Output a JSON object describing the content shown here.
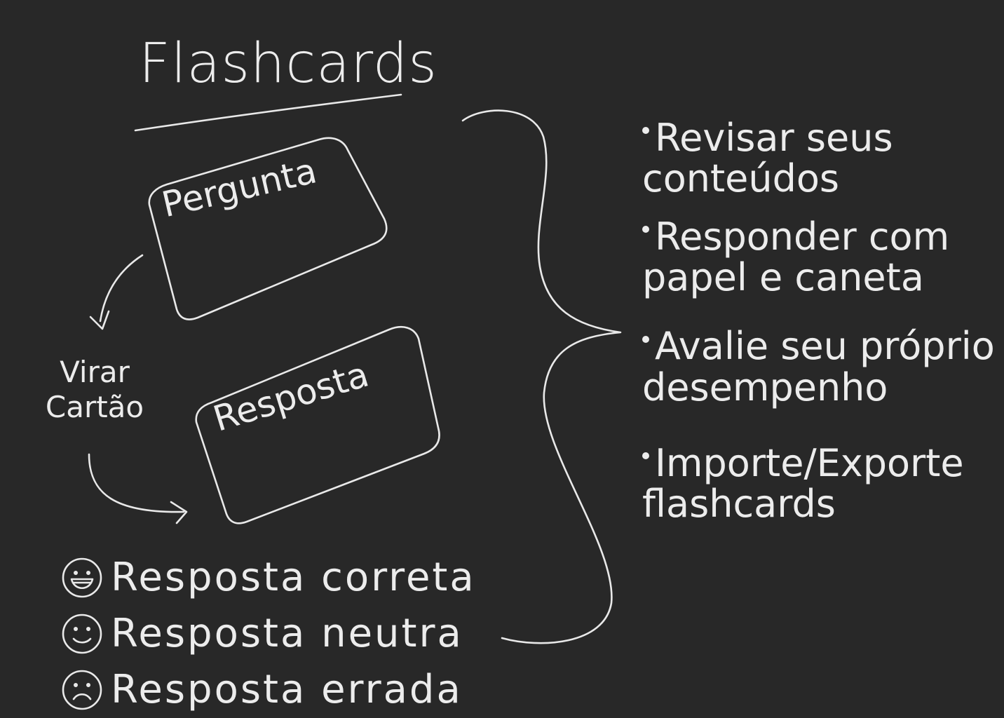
{
  "title": "Flashcards",
  "cards": {
    "question": "Pergunta",
    "answer": "Resposta"
  },
  "flip_label": "Virar\nCartão",
  "legend": [
    {
      "icon": "happy-face-icon",
      "label": "Resposta correta"
    },
    {
      "icon": "neutral-face-icon",
      "label": "Resposta neutra"
    },
    {
      "icon": "sad-face-icon",
      "label": "Resposta errada"
    }
  ],
  "features": [
    "Revisar seus conteúdos",
    "Responder com papel e caneta",
    "Avalie seu próprio desempenho",
    "Importe/Exporte flashcards"
  ],
  "colors": {
    "background": "#282828",
    "chalk": "#e9e9e9"
  }
}
